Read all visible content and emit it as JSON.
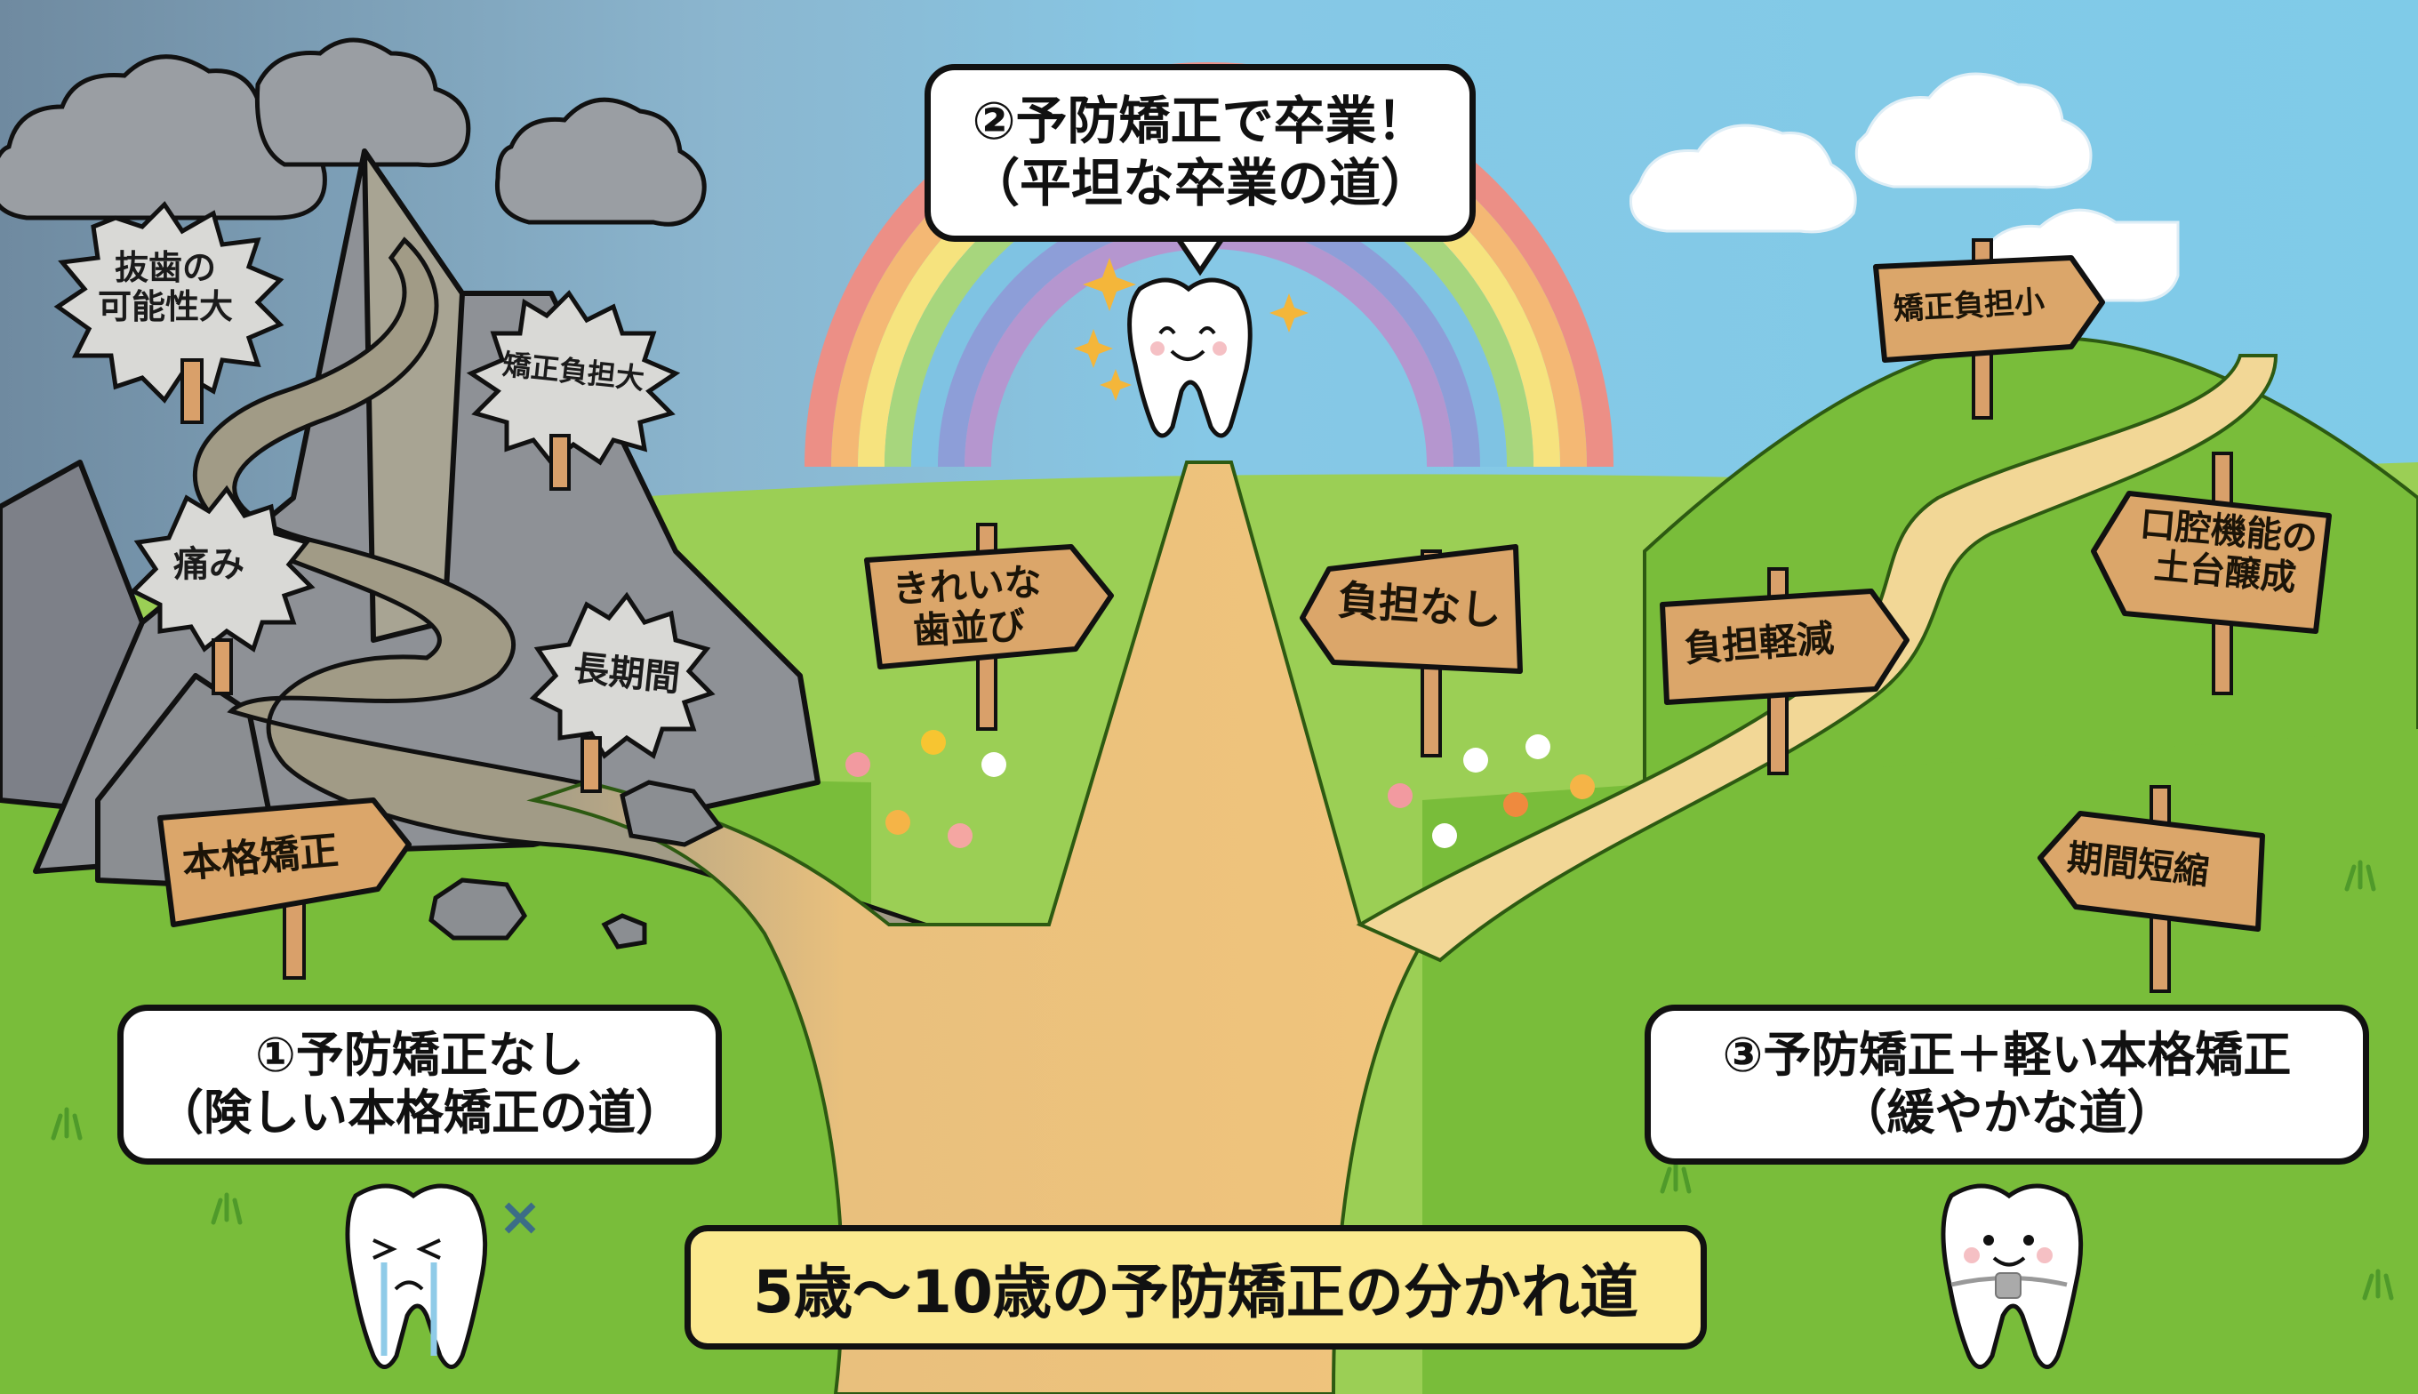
{
  "title": "5歳〜10歳の予防矯正の分かれ道",
  "paths": {
    "left": {
      "number_icon": "circled-1",
      "line1": "①予防矯正なし",
      "line2": "（険しい本格矯正の道）",
      "entry_sign": "本格矯正",
      "burst_labels": [
        "抜歯の\n可能性大",
        "矯正負担大",
        "痛み",
        "長期間"
      ],
      "character": "crying-tooth",
      "mark_icon": "x-mark"
    },
    "center": {
      "line1": "②予防矯正で卒業！",
      "line2": "（平坦な卒業の道）",
      "signs": [
        "きれいな\n歯並び",
        "負担なし"
      ],
      "character": "happy-sparkling-tooth"
    },
    "right": {
      "line1": "③予防矯正＋軽い本格矯正",
      "line2": "（緩やかな道）",
      "signs": [
        "矯正負担小",
        "口腔機能の\n土台醸成",
        "負担軽減",
        "期間短縮"
      ],
      "character": "smiling-tooth-with-braces"
    }
  },
  "colors": {
    "sky": "#7fcbe8",
    "storm_sky": "#7e98ad",
    "grass": "#79bd3a",
    "grass_light": "#9bcf55",
    "road": "#f0c47c",
    "rocky_road": "#a19b86",
    "mountain": "#8e9196",
    "sign_wood": "#dba66a",
    "title_bg": "#fbe98f",
    "burst_bg": "#d9d9d6"
  }
}
